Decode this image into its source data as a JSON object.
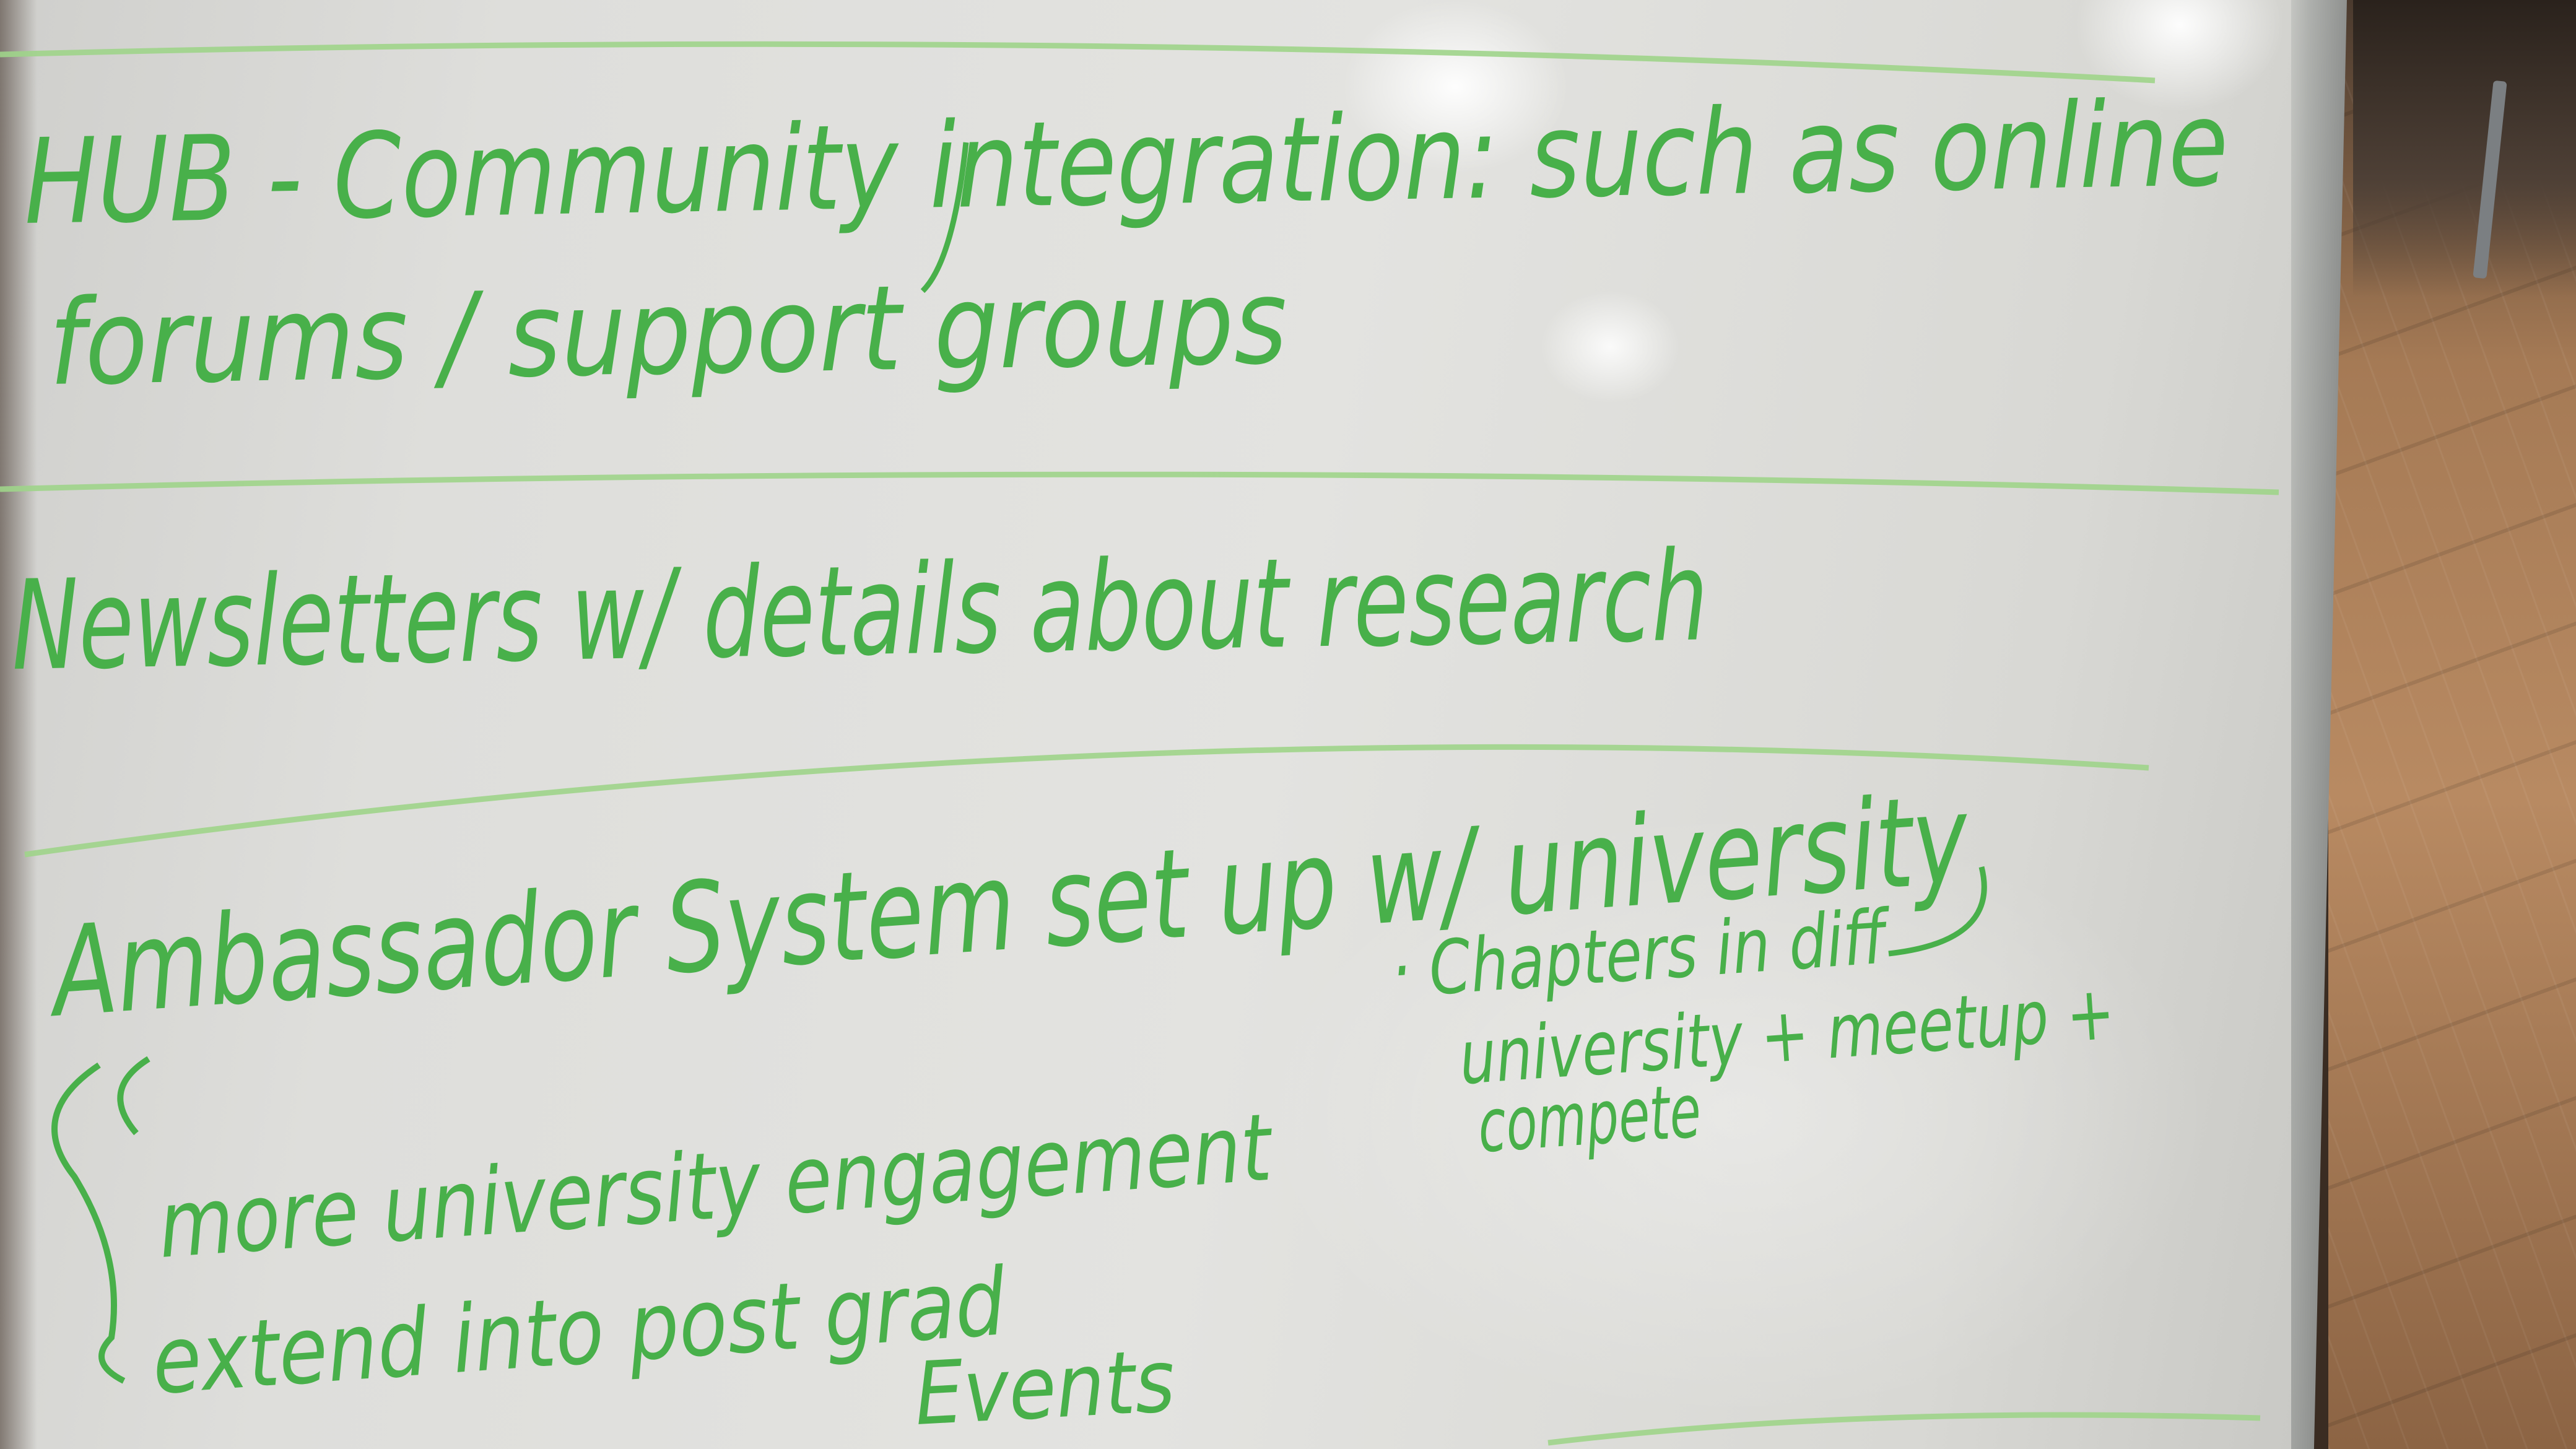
{
  "board": {
    "lines": [
      {
        "text": "HUB - Community integration: such as online"
      },
      {
        "text": "forums / support groups"
      },
      {
        "text": "Newsletters w/ details about research"
      },
      {
        "text": "Ambassador System set up w/ university"
      },
      {
        "text": "· Chapters in diff"
      },
      {
        "text": "university + meetup +"
      },
      {
        "text": "compete"
      },
      {
        "text": "more university engagement"
      },
      {
        "text": "extend into post grad"
      },
      {
        "text": "Events"
      }
    ]
  },
  "colors": {
    "marker": "#48b04a",
    "rule": "#9ed48a"
  }
}
